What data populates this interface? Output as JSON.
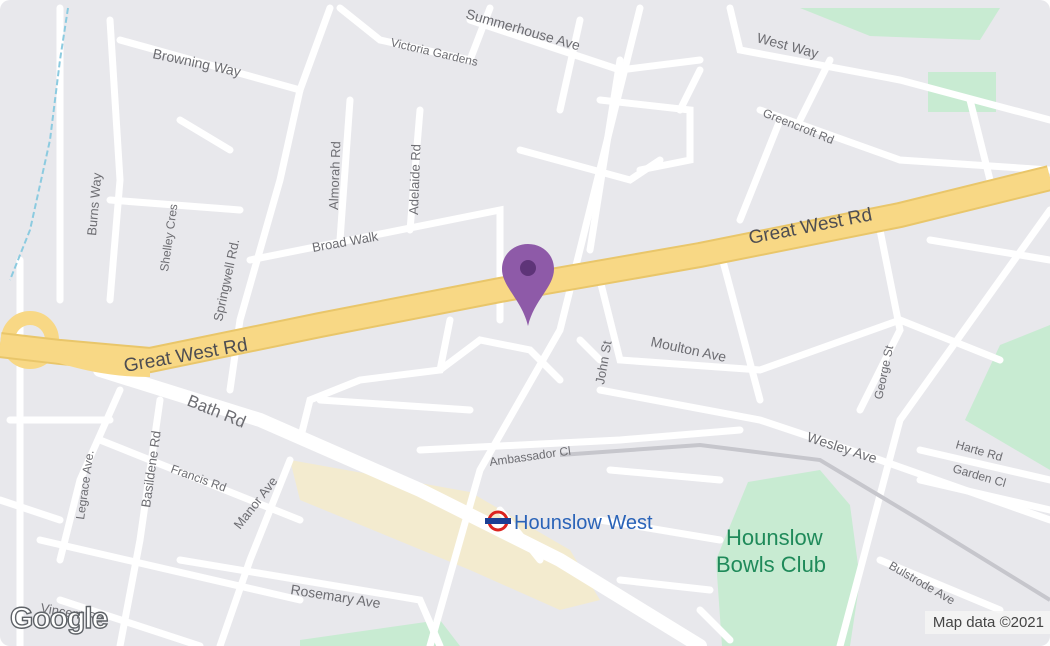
{
  "map": {
    "streets": {
      "great_west_rd_left": "Great West Rd",
      "great_west_rd_right": "Great West Rd",
      "bath_rd": "Bath Rd",
      "summerhouse_ave": "Summerhouse Ave",
      "victoria_gardens": "Victoria Gardens",
      "west_way": "West Way",
      "browning_way": "Browning Way",
      "greencroft_rd": "Greencroft Rd",
      "almorah_rd": "Almorah Rd",
      "adelaide_rd": "Adelaide Rd",
      "burns_way": "Burns Way",
      "shelley_cres": "Shelley Cres",
      "springwell_rd": "Springwell Rd.",
      "broad_walk": "Broad Walk",
      "moulton_ave": "Moulton Ave",
      "john_st": "John St",
      "george_st": "George St",
      "wesley_ave": "Wesley Ave",
      "harte_rd": "Harte Rd",
      "garden_cl": "Garden Cl",
      "ambassador_cl": "Ambassador Cl",
      "legrace_ave": "Legrace Ave.",
      "basildene_rd": "Basildene Rd",
      "francis_rd": "Francis Rd",
      "manor_ave": "Manor Ave",
      "rosemary_ave": "Rosemary Ave",
      "vincent_rd": "Vincent Rd",
      "bulstrode_ave": "Bulstrode Ave"
    },
    "poi": {
      "station": "Hounslow West",
      "park_line1": "Hounslow",
      "park_line2": "Bowls Club"
    },
    "logo": "Google",
    "attribution": "Map data ©2021",
    "colors": {
      "background": "#e8e8ec",
      "road": "#ffffff",
      "highway": "#f8d885",
      "park": "#c8ebd2",
      "pin": "#8e5aa8",
      "station_area": "#f3ebcf"
    }
  }
}
